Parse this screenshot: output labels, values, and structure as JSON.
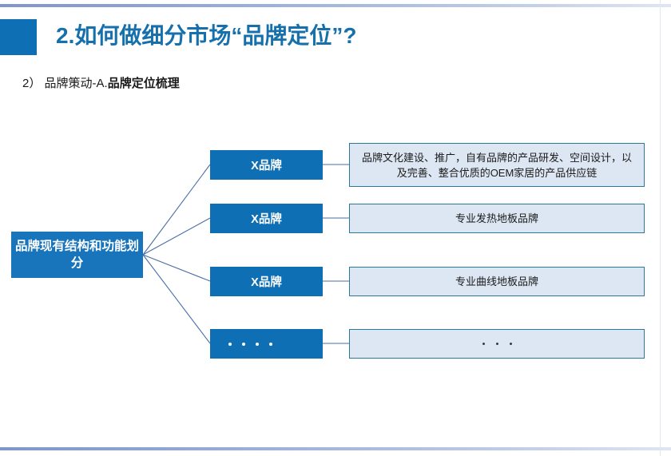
{
  "slide": {
    "title": "2.如何做细分市场“品牌定位”?",
    "subtitle_number": "2）",
    "subtitle_light": " 品牌策动-A.",
    "subtitle_bold": "品牌定位梳理",
    "accent_color": "#0f6fb5",
    "title_color": "#1570ac",
    "node_fill": "#1874bb",
    "desc_fill": "#dde7f3",
    "desc_border": "#2a7b9b"
  },
  "diagram": {
    "root_label": "品牌现有结构和功能划分",
    "rows": [
      {
        "brand_label": "X品牌",
        "description": "品牌文化建设、推广，自有品牌的产品研发、空间设计，以及完善、整合优质的OEM家居的产品供应链",
        "is_dots": false
      },
      {
        "brand_label": "X品牌",
        "description": "专业发热地板品牌",
        "is_dots": false
      },
      {
        "brand_label": "X品牌",
        "description": "专业曲线地板品牌",
        "is_dots": false
      },
      {
        "brand_label": "",
        "description": "",
        "is_dots": true,
        "brand_dot_count": 4,
        "desc_dot_count": 3
      }
    ]
  }
}
